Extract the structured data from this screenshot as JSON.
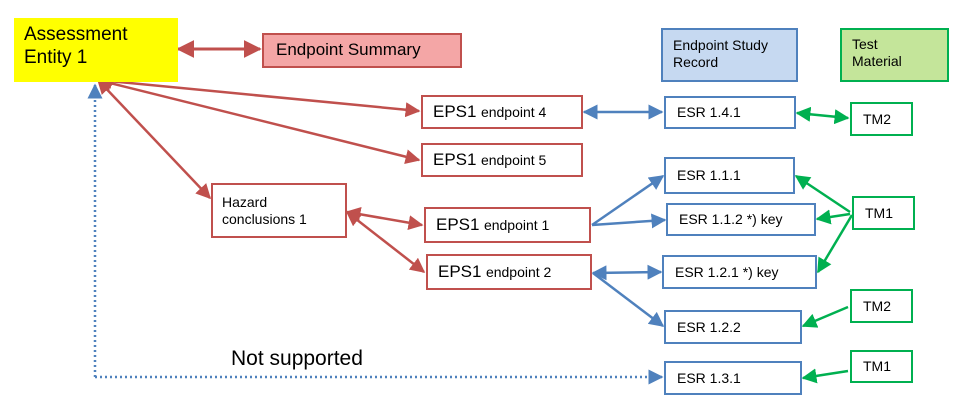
{
  "nodes": {
    "entity": "Assessment Entity 1",
    "summary": "Endpoint Summary",
    "hazard": "Hazard conclusions 1",
    "eps4": {
      "main": "EPS1",
      "sub": "endpoint 4"
    },
    "eps5": {
      "main": "EPS1",
      "sub": "endpoint 5"
    },
    "eps1": {
      "main": "EPS1",
      "sub": "endpoint 1"
    },
    "eps2": {
      "main": "EPS1",
      "sub": "endpoint 2"
    },
    "esr_header": "Endpoint Study Record",
    "tm_header": "Test Material",
    "esr141": "ESR 1.4.1",
    "esr111": "ESR 1.1.1",
    "esr112": "ESR 1.1.2 *) key",
    "esr121": "ESR 1.2.1 *) key",
    "esr122": "ESR 1.2.2",
    "esr131": "ESR 1.3.1",
    "tm2a": "TM2",
    "tm1a": "TM1",
    "tm2b": "TM2",
    "tm1b": "TM1"
  },
  "note": "Not supported",
  "colors": {
    "red": "#c0504d",
    "blue": "#4f81bd",
    "green": "#00b050",
    "entity_fill": "#ffff00",
    "summary_fill": "#f4a6a6",
    "esr_header_fill": "#c6d9f1",
    "tm_header_fill": "#c4e59a"
  }
}
